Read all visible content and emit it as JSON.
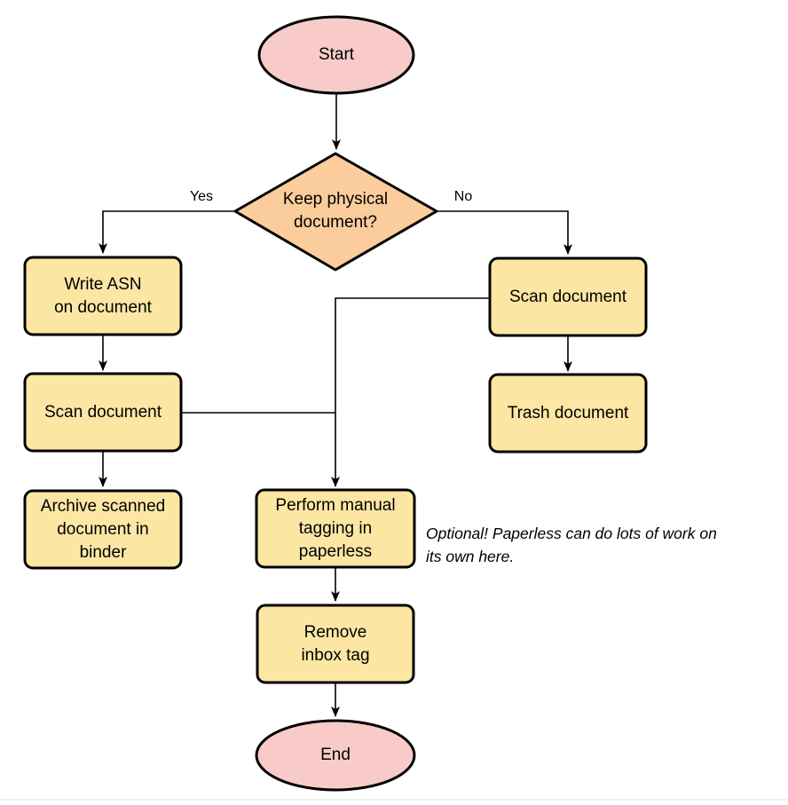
{
  "diagram": {
    "nodes": {
      "start": {
        "label": "Start"
      },
      "decision": {
        "label": "Keep physical\ndocument?"
      },
      "write_asn": {
        "label": "Write ASN\non document"
      },
      "scan_left": {
        "label": "Scan document"
      },
      "archive": {
        "label": "Archive scanned\ndocument in\nbinder"
      },
      "scan_right": {
        "label": "Scan document"
      },
      "trash": {
        "label": "Trash document"
      },
      "tagging": {
        "label": "Perform manual\ntagging in\npaperless"
      },
      "remove_inbox": {
        "label": "Remove\ninbox tag"
      },
      "end": {
        "label": "End"
      }
    },
    "edge_labels": {
      "yes": "Yes",
      "no": "No"
    },
    "annotation": "Optional! Paperless can do lots of work on\nits own here.",
    "colors": {
      "terminator_fill": "#F8CBC9",
      "decision_fill": "#FBCC9C",
      "process_fill": "#FBE6A4",
      "stroke": "#000000"
    }
  }
}
